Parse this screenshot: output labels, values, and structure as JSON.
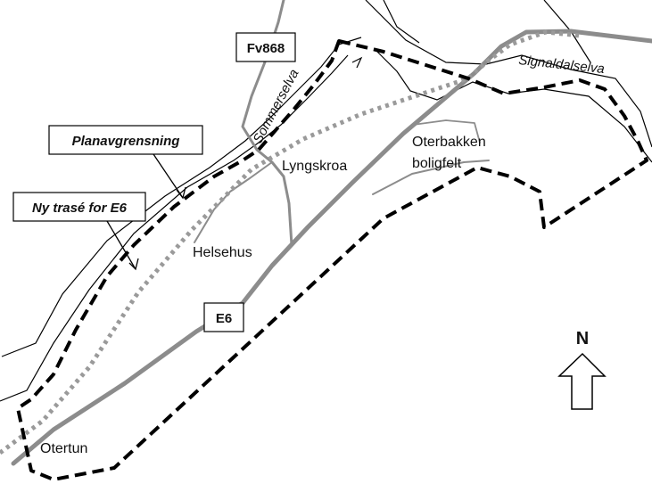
{
  "colors": {
    "road": "#8c8c8c",
    "new_route": "#9a9a9a",
    "boundary": "#000000",
    "river": "#000000",
    "background": "#ffffff"
  },
  "labels": {
    "fv868": "Fv868",
    "sommerselva": "Sommerselva",
    "signaldalselva": "Signaldalselva",
    "planavgrensning": "Planavgrensning",
    "ny_trase": "Ny trasé for E6",
    "lyngskroa": "Lyngskroa",
    "oterbakken_1": "Oterbakken",
    "oterbakken_2": "boligfelt",
    "helsehus": "Helsehus",
    "e6": "E6",
    "otertun": "Otertun",
    "north": "N"
  },
  "legend_lines": {
    "planavgrensning": "dashed-black",
    "ny_trase": "dotted-grey"
  },
  "icons": {
    "north_arrow": "north-arrow-icon"
  }
}
